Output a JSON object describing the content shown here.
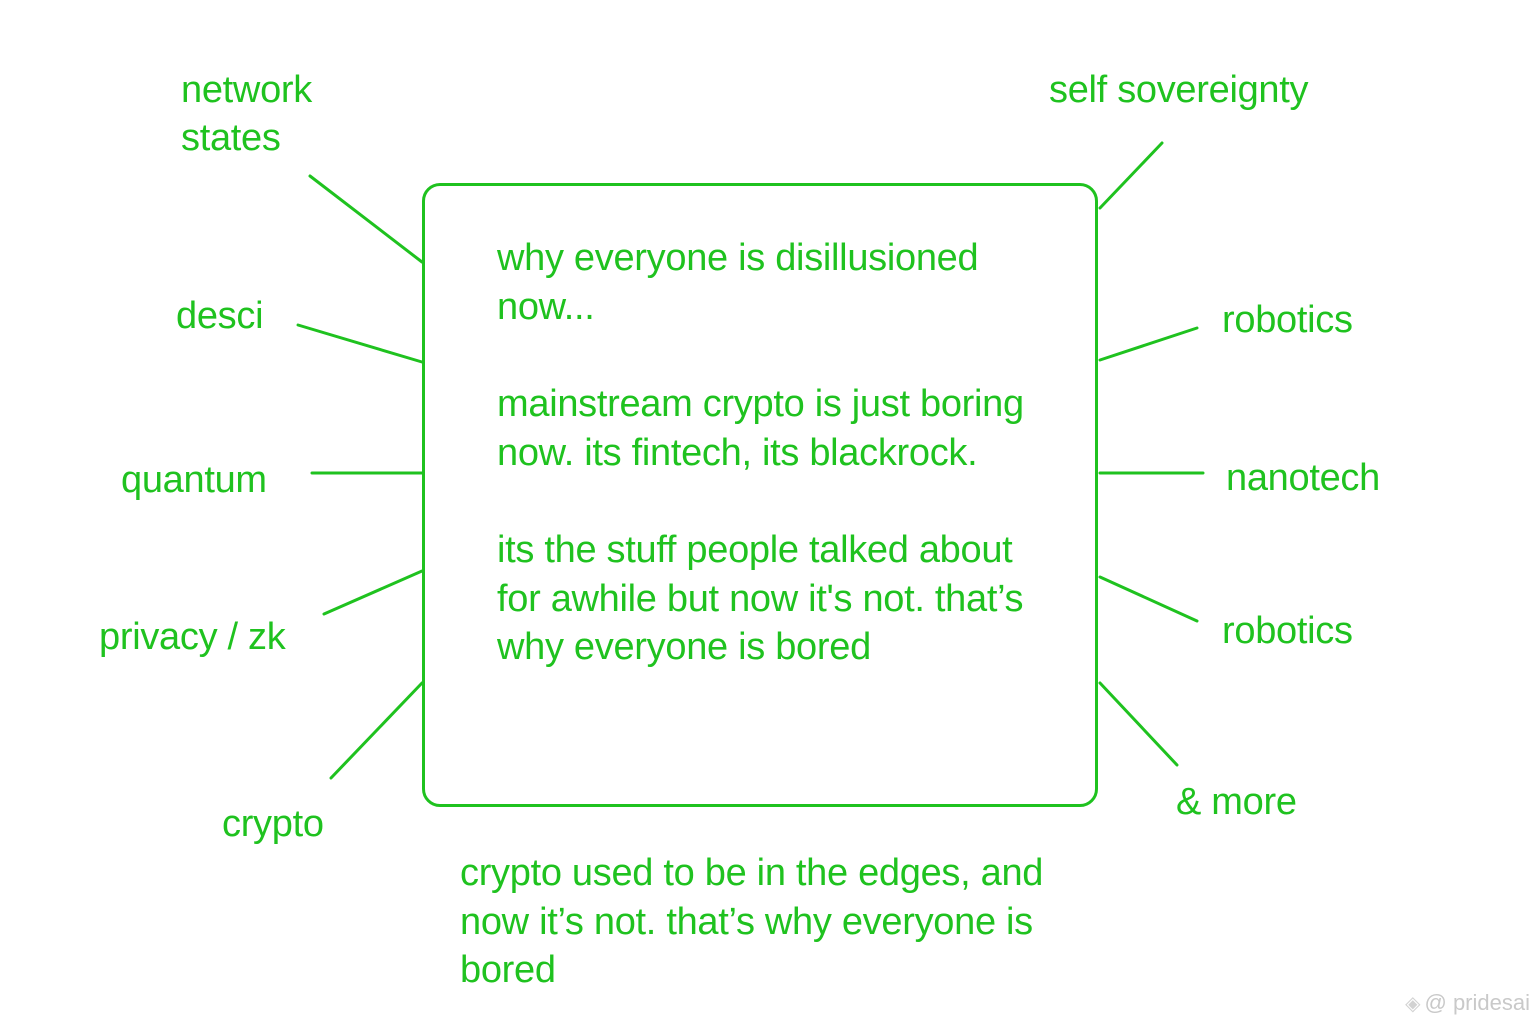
{
  "colors": {
    "accent": "#1fc21f",
    "background": "#ffffff",
    "watermark": "#c9c9c9"
  },
  "center": {
    "paragraph_1": "why everyone is disillusioned now...",
    "paragraph_2": "mainstream crypto is just boring now. its fintech, its blackrock.",
    "paragraph_3": "its the stuff people talked about for awhile but now it's not. that’s why everyone is bored"
  },
  "labels_left": [
    {
      "id": "network-states",
      "text": "network\nstates"
    },
    {
      "id": "desci",
      "text": "desci"
    },
    {
      "id": "quantum",
      "text": "quantum"
    },
    {
      "id": "privacy-zk",
      "text": "privacy / zk"
    },
    {
      "id": "crypto",
      "text": "crypto"
    }
  ],
  "labels_right": [
    {
      "id": "self-sovereignty",
      "text": "self sovereignty"
    },
    {
      "id": "robotics-1",
      "text": "robotics"
    },
    {
      "id": "nanotech",
      "text": "nanotech"
    },
    {
      "id": "robotics-2",
      "text": "robotics"
    },
    {
      "id": "and-more",
      "text": "& more"
    }
  ],
  "footer": {
    "text": "crypto used to be in the edges, and now it’s not. that’s why everyone is bored"
  },
  "watermark": {
    "icon": "diamond-logo-icon",
    "text": "@ pridesai"
  }
}
